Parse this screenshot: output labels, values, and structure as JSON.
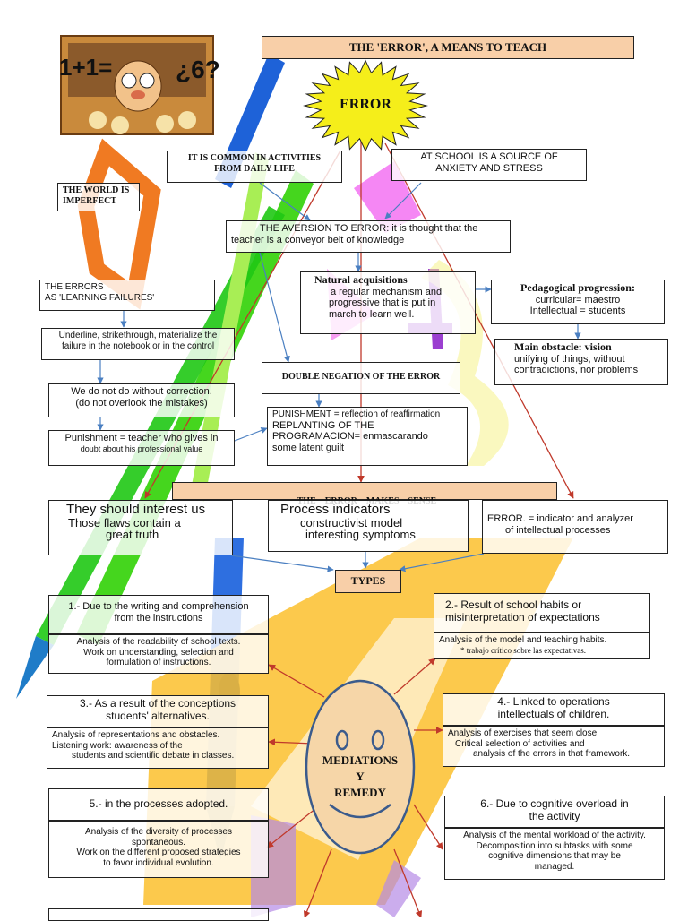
{
  "title": "THE 'ERROR', A MEANS TO TEACH",
  "sun_label": "ERROR",
  "cartoon": {
    "left_text": "1+1=",
    "right_text": "¿6?"
  },
  "nodes": {
    "common": [
      "IT IS COMMON IN ACTIVITIES",
      "FROM DAILY LIFE"
    ],
    "school_source": [
      "AT SCHOOL IS A SOURCE OF",
      "ANXIETY AND STRESS"
    ],
    "world_imperfect": [
      "THE WORLD IS",
      "IMPERFECT"
    ],
    "aversion": [
      "THE AVERSION TO ERROR: it is thought that the",
      "teacher is a conveyor belt of knowledge"
    ],
    "natural_acq": {
      "title": "Natural acquisitions",
      "lines": [
        "a regular mechanism and",
        "progressive that is put in",
        "march to learn well."
      ]
    },
    "pedagogical": {
      "title": "Pedagogical progression:",
      "lines": [
        "curricular= maestro",
        "Intellectual = students"
      ]
    },
    "main_obstacle": {
      "title": "Main obstacle: vision",
      "lines": [
        "unifying of things, without",
        "contradictions, nor problems"
      ]
    },
    "errors_learning": [
      "THE ERRORS",
      "AS 'LEARNING FAILURES'"
    ],
    "underline": [
      "Underline, strikethrough, materialize the",
      "failure in the notebook or in the control"
    ],
    "no_correction": [
      "We do not do without correction.",
      "(do not overlook the mistakes)"
    ],
    "punishment_teacher": [
      "Punishment = teacher who gives in",
      "doubt about his professional value"
    ],
    "double_negation": "DOUBLE NEGATION OF THE ERROR",
    "punishment_reaffirm": [
      "PUNISHMENT = reflection of reaffirmation",
      "REPLANTING OF THE",
      "PROGRAMACION= enmascarando",
      "some latent guilt"
    ],
    "makes_sense": "THE    ERROR    MAKES    SENSE",
    "interest": [
      "They should interest us",
      "Those flaws contain a",
      "great truth"
    ],
    "process_indicators": [
      "Process indicators",
      "constructivist model",
      "interesting symptoms"
    ],
    "indicator_analyzer": [
      "ERROR. = indicator and analyzer",
      "of intellectual processes"
    ],
    "types": "TYPES",
    "type1": {
      "title": [
        "1.- Due to the writing and comprehension",
        "from the instructions"
      ],
      "body": [
        "Analysis of the readability of school texts.",
        "Work on understanding, selection and",
        "formulation of instructions."
      ]
    },
    "type2": {
      "title": [
        "2.- Result of school habits or",
        "misinterpretation of expectations"
      ],
      "body": [
        "Analysis of the model and teaching habits.",
        "* trabajo crítico sobre las expectativas."
      ]
    },
    "type3": {
      "title": [
        "3.- As a result of the conceptions",
        "students' alternatives."
      ],
      "body": [
        "Analysis of representations and obstacles.",
        "Listening work: awareness of the",
        "students and scientific debate in classes."
      ]
    },
    "type4": {
      "title": [
        "4.- Linked to operations",
        "intellectuals of children."
      ],
      "body": [
        "Analysis of exercises that seem close.",
        "Critical selection of activities and",
        "analysis of the errors in that framework."
      ]
    },
    "type5": {
      "title": [
        "5.- in the processes adopted."
      ],
      "body": [
        "Analysis of the diversity of processes",
        "spontaneous.",
        "Work on the different proposed strategies",
        "to favor individual evolution."
      ]
    },
    "type6": {
      "title": [
        "6.- Due to cognitive overload in",
        "the activity"
      ],
      "body": [
        "Analysis of the mental workload of the activity.",
        "Decomposition into subtasks with some",
        "cognitive dimensions that may be",
        "managed."
      ]
    },
    "mediations": [
      "MEDIATIONS",
      "Y",
      "REMEDY"
    ]
  },
  "colors": {
    "peach": "#f8cfa8",
    "sun": "#f5ee1a",
    "red_arrow": "#c0392b",
    "blue_arrow": "#4a7fc1",
    "face": "#f6d6a8"
  }
}
